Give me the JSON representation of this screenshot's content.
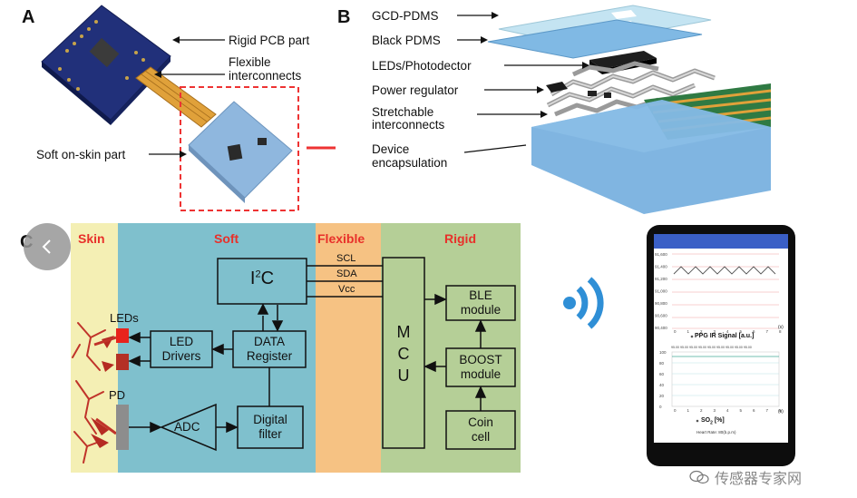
{
  "panelA": {
    "letter": "A",
    "labels": {
      "rigid_pcb": "Rigid PCB part",
      "flexible": "Flexible\ninterconnects",
      "soft_skin": "Soft on-skin part"
    }
  },
  "panelB": {
    "letter": "B",
    "labels": {
      "gcd_pdms": "GCD-PDMS",
      "black_pdms": "Black PDMS",
      "leds_pd": "LEDs/Photodector",
      "power_reg": "Power regulator",
      "stretchable": "Stretchable\ninterconnects",
      "encapsulation": "Device\nencapsulation"
    }
  },
  "panelC": {
    "letter": "C",
    "sections": {
      "skin": "Skin",
      "soft": "Soft",
      "flexible": "Flexible",
      "rigid": "Rigid"
    },
    "blocks": {
      "i2c": "I",
      "i2c_sup": "2",
      "i2c_tail": "C",
      "led_drivers": "LED\nDrivers",
      "data_register": "DATA\nRegister",
      "adc": "ADC",
      "digital_filter": "Digital\nfilter",
      "mcu": "M\nC\nU",
      "ble": "BLE\nmodule",
      "boost": "BOOST\nmodule",
      "coin_cell": "Coin\ncell",
      "leds_label": "LEDs",
      "pd_label": "PD"
    },
    "bus": {
      "scl": "SCL",
      "sda": "SDA",
      "vcc": "Vcc"
    }
  },
  "phone": {
    "ppg_axis_ticks": [
      "91,600",
      "91,400",
      "91,200",
      "91,000",
      "90,800",
      "90,600",
      "90,400"
    ],
    "ppg_x_ticks": [
      "0",
      "1",
      "2",
      "3",
      "4",
      "5",
      "6",
      "7",
      "8"
    ],
    "ppg_x_unit": "(s)",
    "ppg_legend": "PPG IR Signal [a.u.]",
    "spo2_axis_ticks": [
      "100",
      "80",
      "60",
      "40",
      "20",
      "0"
    ],
    "spo2_x_ticks": [
      "0",
      "1",
      "2",
      "3",
      "4",
      "5",
      "6",
      "7",
      "8"
    ],
    "spo2_x_unit": "(s)",
    "spo2_legend": "SO",
    "spo2_legend_sub": "2",
    "spo2_legend_tail": " [%]",
    "heart_rate": "Heart Rate: 80(b.p.m)",
    "spo2_strip": "95.00 95.00 95.00 95.00 95.00 95.00 95.00 95.00 95.00"
  },
  "watermark": {
    "text": "传感器专家网"
  },
  "colors": {
    "skin_bg": "#f4efb4",
    "soft_bg": "#7fc0cd",
    "flexible_bg": "#f6c283",
    "rigid_bg": "#b5cf97",
    "section_title": "#e8302a",
    "wifi_blue": "#2f8fd6",
    "phone_header": "#3a5fc6"
  }
}
